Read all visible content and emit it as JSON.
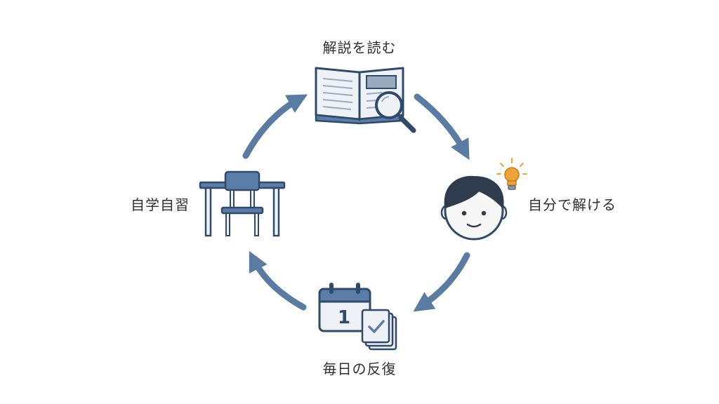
{
  "diagram": {
    "steps": [
      {
        "label": "解説を読む",
        "icon": "book-magnifier-icon"
      },
      {
        "label": "自分で解ける",
        "icon": "child-lightbulb-icon"
      },
      {
        "label": "毎日の反復",
        "icon": "calendar-checklist-icon"
      },
      {
        "label": "自学自習",
        "icon": "desk-chair-icon"
      }
    ],
    "colors": {
      "arrow": "#5a7ca3",
      "icon_stroke": "#2f4a6b",
      "icon_fill": "#5b7ea8",
      "paper": "#eef1f6",
      "bulb": "#f0a23a",
      "text": "#2f2f2f"
    }
  }
}
